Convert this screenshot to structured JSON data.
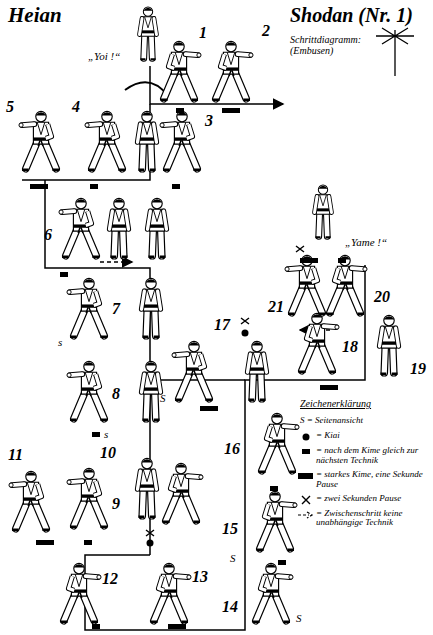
{
  "diagram": {
    "title": "Heian",
    "labels": [
      "Shodan (Nr. 1)",
      "„Yoi !“",
      "Schrittdiagramm: (Embusen)",
      "„Yame !“",
      "1",
      "2",
      "3",
      "4",
      "5",
      "6",
      "7",
      "8",
      "9",
      "10",
      "11",
      "12",
      "13",
      "14",
      "15",
      "16",
      "17",
      "18",
      "19",
      "20",
      "21",
      "s",
      "s",
      "S",
      "S",
      "S",
      "Zeichenerklärung"
    ],
    "legend": [
      {
        "text": "S = Seitenansicht"
      },
      {
        "text": "= Kiai"
      },
      {
        "text": "= nach dem Kime gleich zur nächsten Technik"
      },
      {
        "text": "= starkes Kime, eine Sekunde Pause"
      },
      {
        "text": "= zwei Sekunden Pause"
      },
      {
        "text": "= Zwischenschritt keine unabhängige Technik"
      }
    ]
  }
}
